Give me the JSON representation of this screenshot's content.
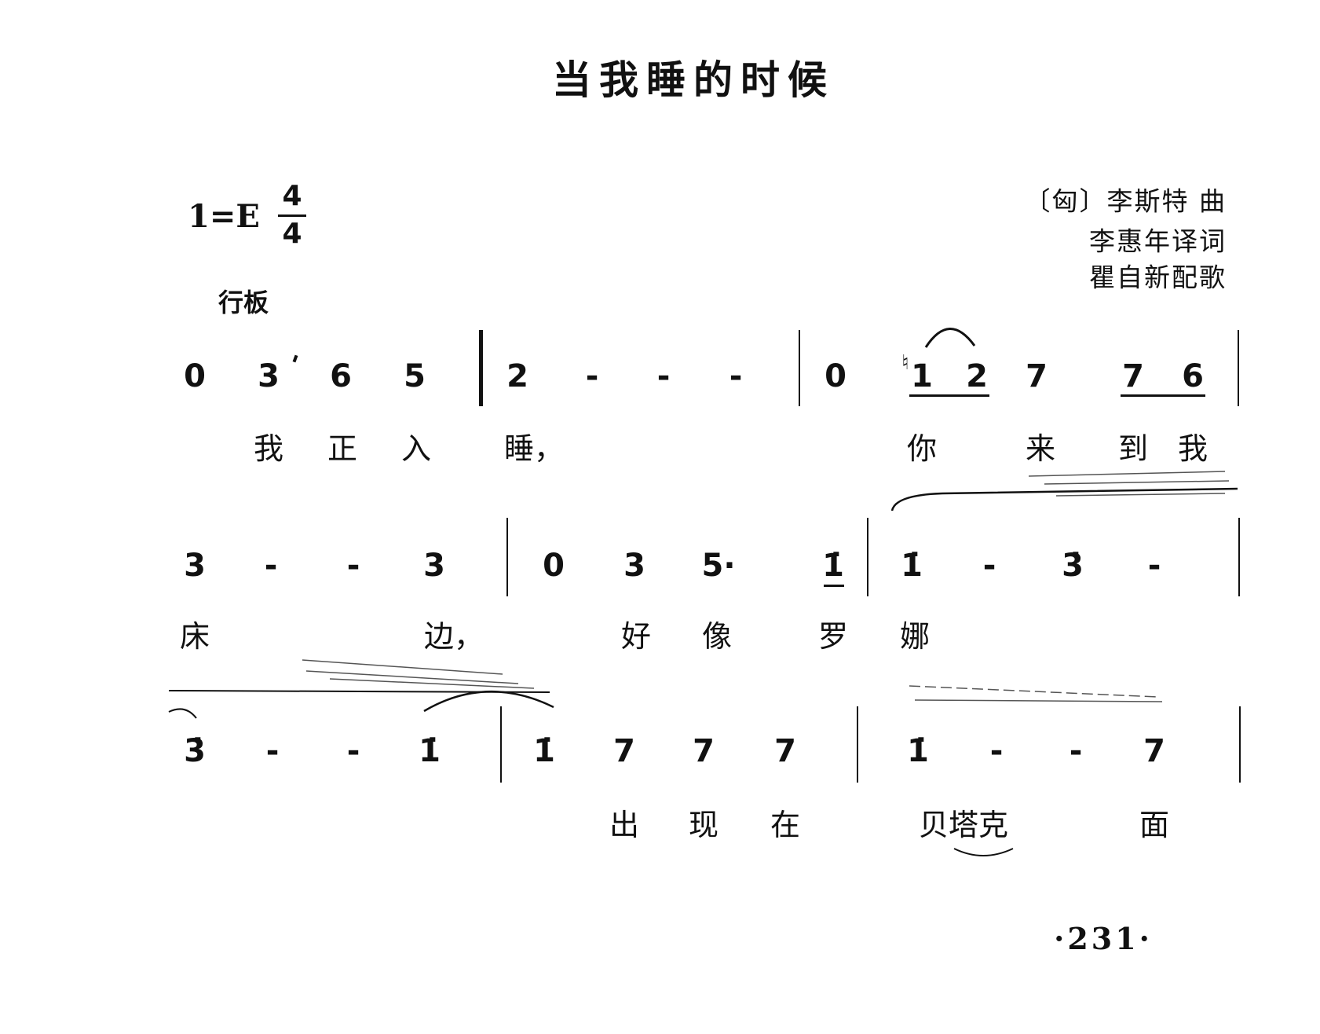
{
  "title": "当我睡的时候",
  "key": "1=E",
  "time_signature": {
    "top": "4",
    "bottom": "4"
  },
  "credits": [
    "〔匈〕李斯特 曲",
    "李惠年译词",
    "瞿自新配歌"
  ],
  "tempo": "行板",
  "accidental": "♮",
  "rows": [
    {
      "notes": [
        "0",
        "3",
        "6",
        "5",
        "2",
        "-",
        "-",
        "-",
        "0",
        "1",
        "2",
        "7",
        "7",
        "6"
      ],
      "lyrics": [
        "我",
        "正",
        "入",
        "睡，",
        "你",
        "来",
        "到",
        "我"
      ]
    },
    {
      "notes": [
        "3",
        "-",
        "-",
        "3",
        "0",
        "3",
        "5·",
        "1̇",
        "1̇",
        "-",
        "3̇",
        "-"
      ],
      "lyrics": [
        "床",
        "边，",
        "好",
        "像",
        "罗",
        "娜"
      ]
    },
    {
      "notes": [
        "3̇",
        "-",
        "-",
        "1̇",
        "1̇",
        "7",
        "7",
        "7",
        "1̇",
        "-",
        "-",
        "7"
      ],
      "lyrics": [
        "出",
        "现",
        "在",
        "贝塔克",
        "面"
      ]
    }
  ],
  "page_number": "·231·"
}
